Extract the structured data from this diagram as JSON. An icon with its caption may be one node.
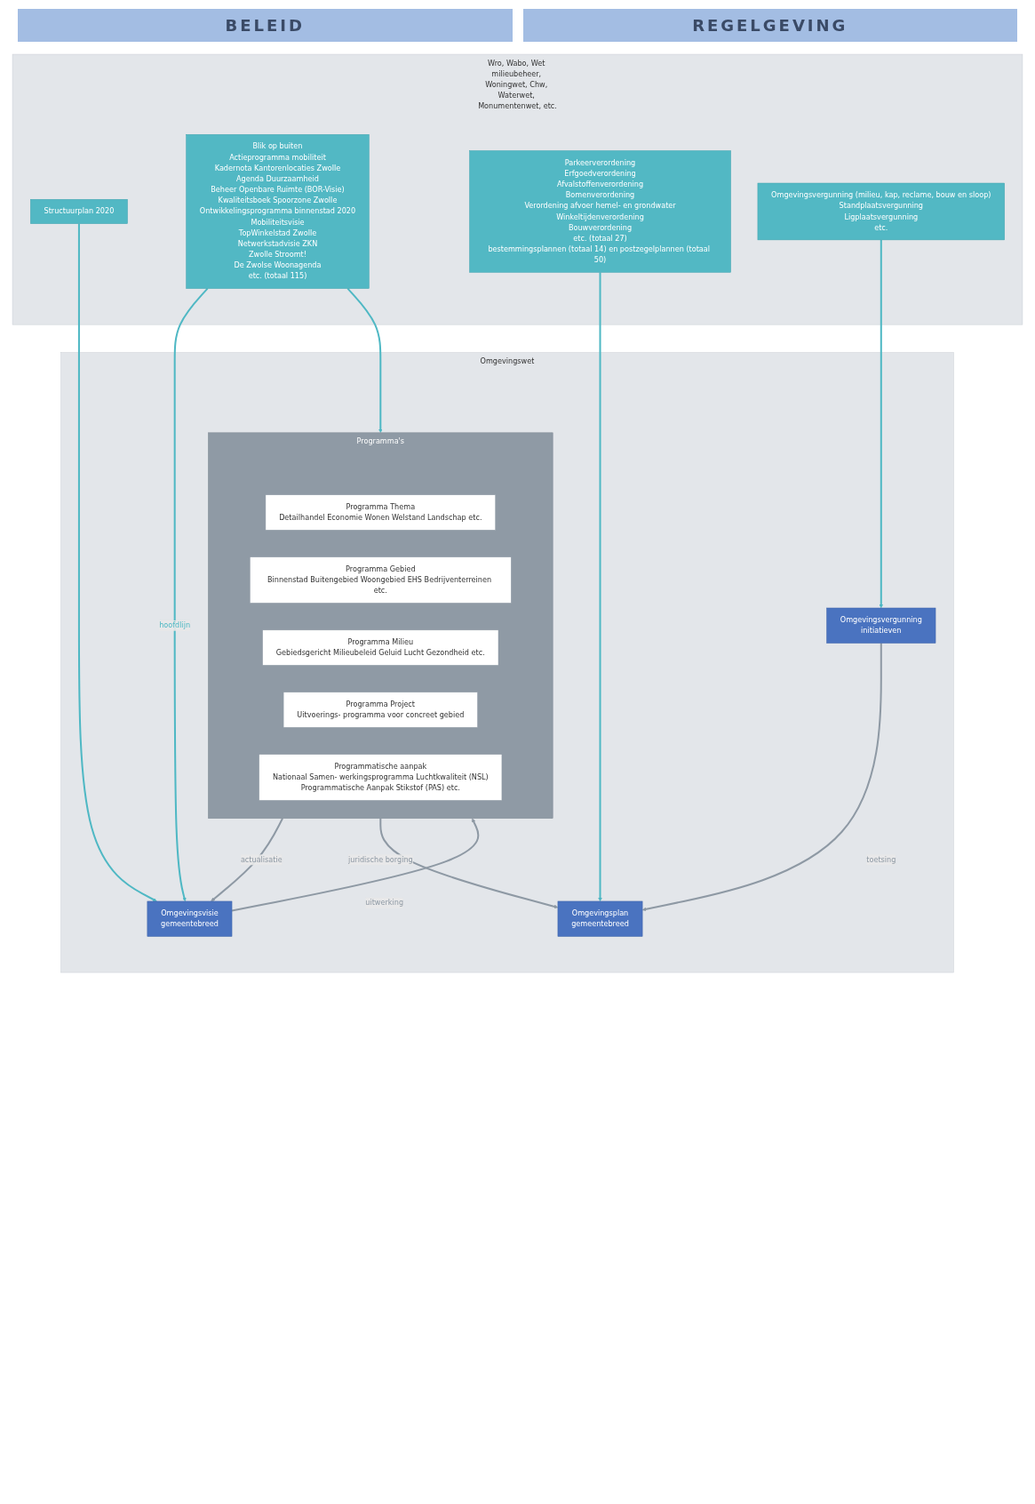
{
  "diagram": {
    "nodes": [
      {
        "text": [
          "Omgevingswet"
        ]
      },
      {
        "text": [
          "Omgevingsvisie",
          "gemeentebreed"
        ],
        "in": 0
      },
      {
        "text": [
          "Programma's"
        ],
        "in": 0
      },
      {
        "text": [
          "Programma Thema",
          "Detailhandel Economie Wonen Welstand Landschap etc."
        ],
        "in": 2
      },
      {
        "text": [
          "Programma Gebied",
          "Binnenstad Buitengebied Woongebied EHS Bedrijventerreinen etc."
        ],
        "in": 2
      },
      {
        "text": [
          "Programma Milieu",
          "Gebiedsgericht Milieubeleid Geluid Lucht Gezondheid etc."
        ],
        "in": 2
      },
      {
        "text": [
          "Programma Project",
          "Uitvoerings- programma voor concreet gebied"
        ],
        "in": 2
      },
      {
        "text": [
          "Programmatische aanpak",
          "Nationaal Samen- werkingsprogramma Luchtkwaliteit (NSL)",
          "Programmatische Aanpak Stikstof (PAS) etc."
        ],
        "in": 2
      },
      {
        "text": [
          "Omgevingsplan",
          "gemeentebreed"
        ],
        "in": 0
      },
      {
        "text": [
          "Omgevingsvergunning",
          "initiatieven"
        ],
        "in": 0
      },
      {
        "text": [
          "Wro, Wabo, Wet milieubeheer, Woningwet, Chw, Waterwet, Monumentenwet, etc."
        ]
      },
      {
        "text": [
          "Structuurplan 2020"
        ],
        "in": 10
      },
      {
        "text": [
          "Blik op buiten",
          "Actieprogramma mobiliteit",
          "Kadernota Kantorenlocaties Zwolle",
          "Agenda Duurzaamheid",
          "Beheer Openbare Ruimte (BOR-Visie)",
          "Kwaliteitsboek Spoorzone Zwolle",
          "Ontwikkelingsprogramma binnenstad 2020",
          "Mobiliteitsvisie",
          "TopWinkelstad Zwolle",
          "Netwerkstadvisie ZKN",
          "Zwolle Stroomt!",
          "De Zwolse Woonagenda",
          "etc. (totaal 115)"
        ],
        "in": 10
      },
      {
        "text": [
          "Parkeerverordening",
          "Erfgoedverordening",
          "Afvalstoffenverordening",
          "Bomenverordening",
          "Verordening afvoer hemel- en grondwater",
          "Winkeltijdenverordening",
          "Bouwverordening",
          "etc. (totaal 27)",
          "bestemmingsplannen (totaal 14) en postzegelplannen (totaal 50)"
        ],
        "in": 10
      },
      {
        "text": [
          "Omgevingsvergunning (milieu, kap, reclame, bouw en sloop)",
          "Standplaatsvergunning",
          "Ligplaatsvergunning",
          "etc."
        ],
        "in": 10
      }
    ],
    "edges": [
      {
        "from": 11,
        "to": 1,
        "arrow": "to"
      },
      {
        "from": 12,
        "to": 1,
        "arrow": "to",
        "label": "hoofdlijn"
      },
      {
        "from": 12,
        "to": 2,
        "arrow": "to"
      },
      {
        "from": 13,
        "to": 8,
        "arrow": "to"
      },
      {
        "from": 14,
        "to": 9,
        "arrow": "to"
      },
      {
        "from": 1,
        "to": 2,
        "arrow": "to",
        "label": "uitwerking",
        "color": "#8e99a4"
      },
      {
        "from": 2,
        "to": 1,
        "arrow": "to",
        "label": "actualisatie",
        "color": "#8e99a4"
      },
      {
        "from": 2,
        "to": 8,
        "arrow": "to",
        "label": "juridische borging",
        "color": "#8e99a4"
      },
      {
        "from": 9,
        "to": 8,
        "arrow": "to",
        "label": "toetsing",
        "color": "#8e99a4"
      }
    ],
    "labels": [
      "BELEID",
      "REGELGEVING"
    ]
  }
}
